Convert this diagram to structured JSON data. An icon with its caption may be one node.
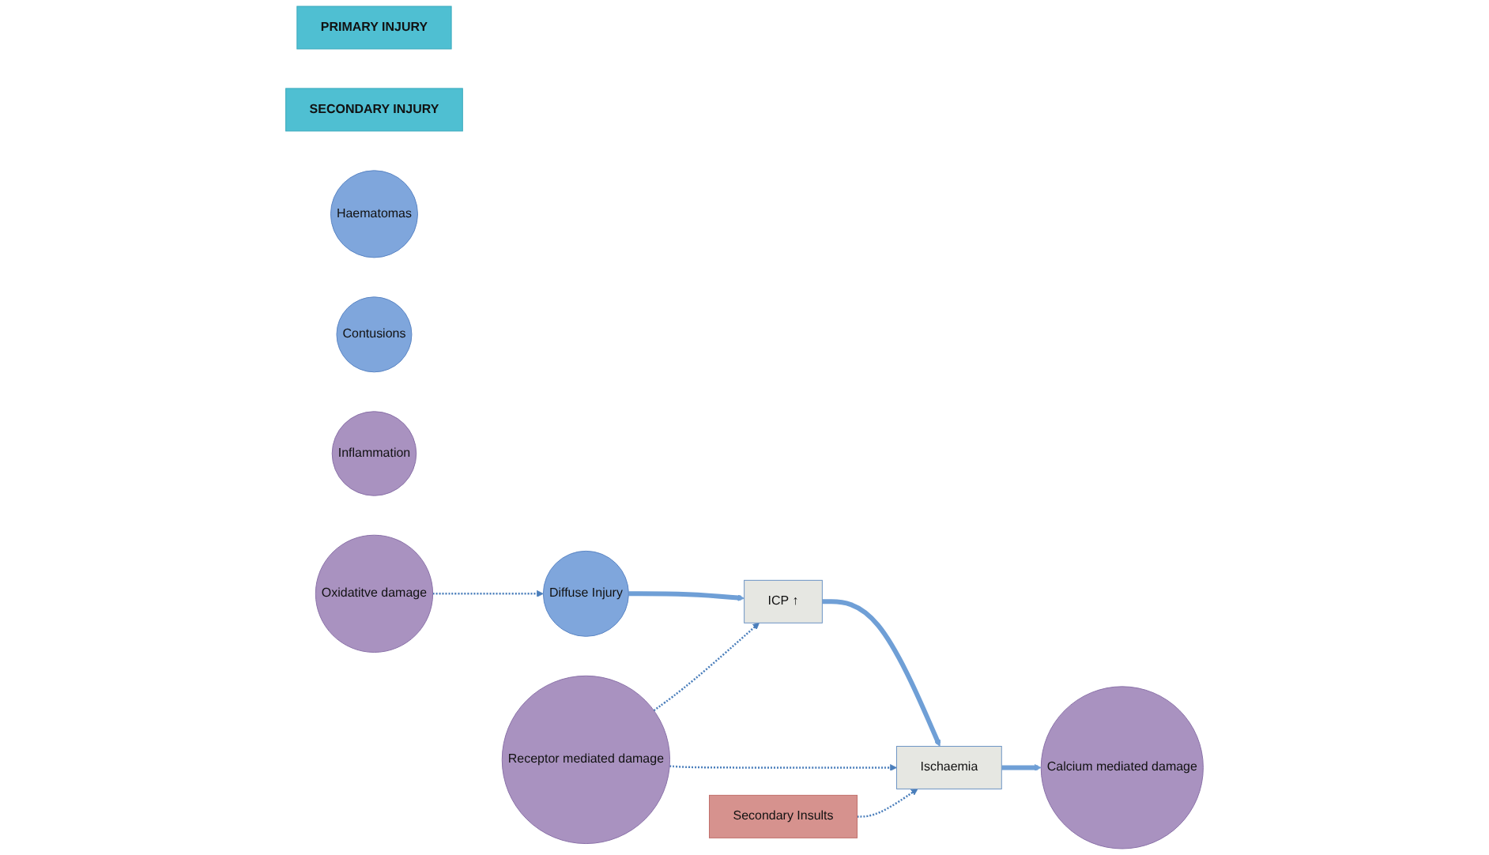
{
  "diagram": {
    "nodes": [
      {
        "text": [
          "PRIMARY INJURY"
        ]
      },
      {
        "text": [
          "SECONDARY INJURY"
        ]
      },
      {
        "text": [
          "Haematomas"
        ]
      },
      {
        "text": [
          "Contusions"
        ]
      },
      {
        "text": [
          "Diffuse Injury"
        ]
      },
      {
        "text": [
          "ICP ↑"
        ]
      },
      {
        "text": [
          "Ischaemia"
        ]
      },
      {
        "text": [
          "Secondary Insults"
        ]
      },
      {
        "text": [
          "Receptor mediated damage"
        ]
      },
      {
        "text": [
          "Calcium mediated damage"
        ]
      },
      {
        "text": [
          "Inflammation"
        ]
      },
      {
        "text": [
          "Oxidatitve damage"
        ]
      }
    ],
    "edges": [
      {
        "from": 4,
        "to": 5,
        "arrow": "to",
        "style": "thick"
      },
      {
        "from": 5,
        "to": 6,
        "arrow": "to",
        "style": "thick"
      },
      {
        "from": 6,
        "to": 9,
        "arrow": "to",
        "style": "thick"
      },
      {
        "from": 8,
        "to": 5,
        "arrow": "to",
        "style": "dashed"
      },
      {
        "from": 8,
        "to": 6,
        "arrow": "to",
        "style": "dashed"
      },
      {
        "from": 7,
        "to": 6,
        "arrow": "to",
        "style": "dashed"
      },
      {
        "from": 11,
        "to": 4,
        "arrow": "to",
        "style": "dashed"
      }
    ]
  }
}
